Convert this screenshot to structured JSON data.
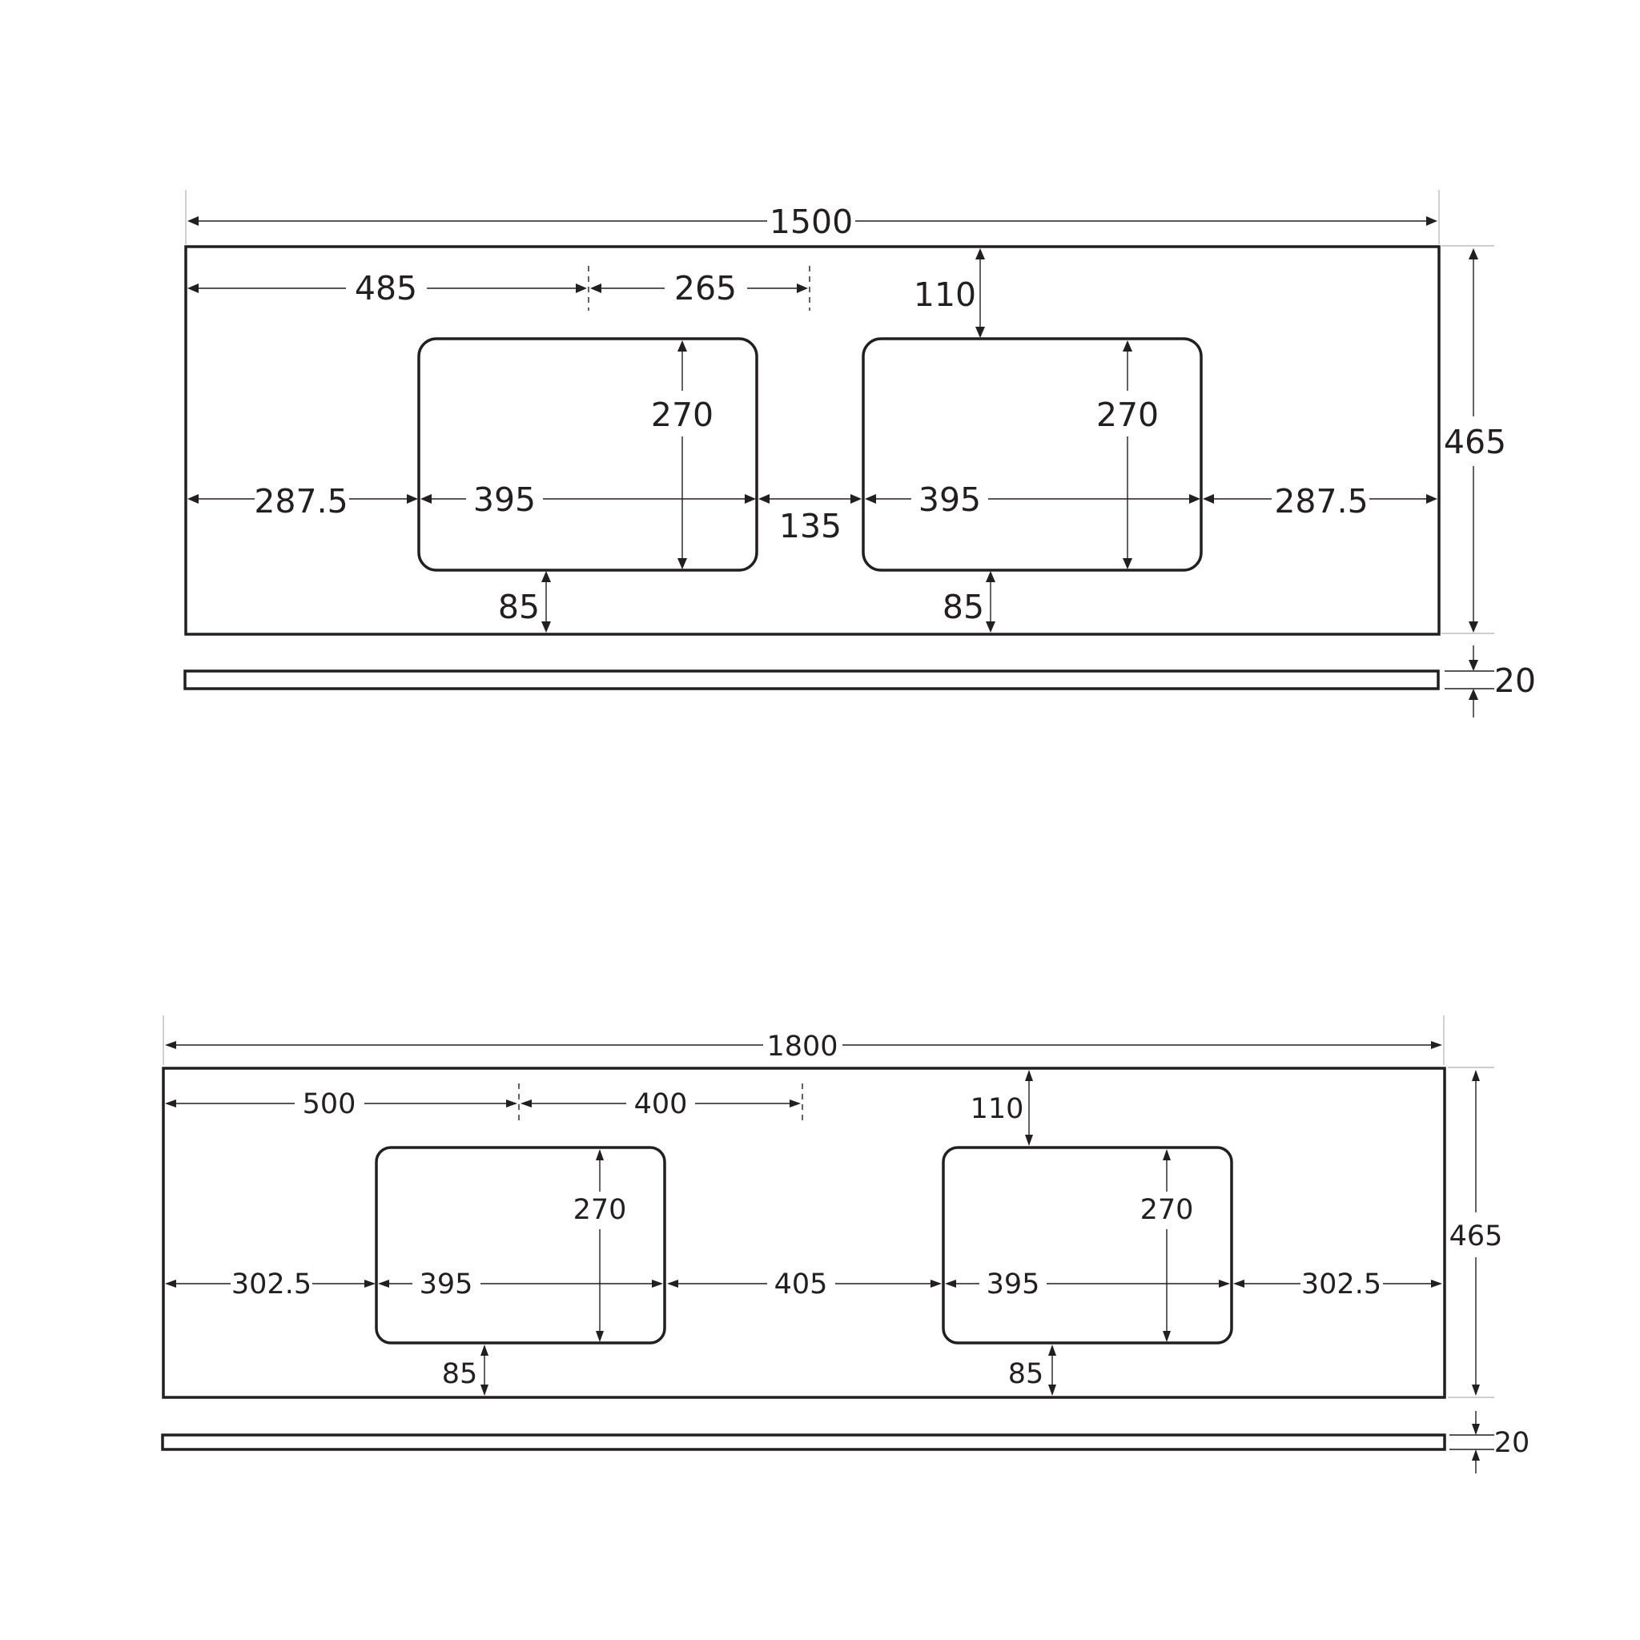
{
  "diagrams": [
    {
      "id": "vanity-top-1500",
      "dims": {
        "overall_width": "1500",
        "left_to_centre": "485",
        "centre_to_centre_half": "265",
        "top_margin": "110",
        "basin1_depth": "270",
        "basin2_depth": "270",
        "left_margin": "287.5",
        "basin1_width": "395",
        "gap_between": "135",
        "basin2_width": "395",
        "right_margin": "287.5",
        "bottom_margin_1": "85",
        "bottom_margin_2": "85",
        "overall_depth": "465",
        "thickness": "20"
      }
    },
    {
      "id": "vanity-top-1800",
      "dims": {
        "overall_width": "1800",
        "left_to_centre": "500",
        "centre_to_centre_half": "400",
        "top_margin": "110",
        "basin1_depth": "270",
        "basin2_depth": "270",
        "left_margin": "302.5",
        "basin1_width": "395",
        "gap_between": "405",
        "basin2_width": "395",
        "right_margin": "302.5",
        "bottom_margin_1": "85",
        "bottom_margin_2": "85",
        "overall_depth": "465",
        "thickness": "20"
      }
    }
  ]
}
